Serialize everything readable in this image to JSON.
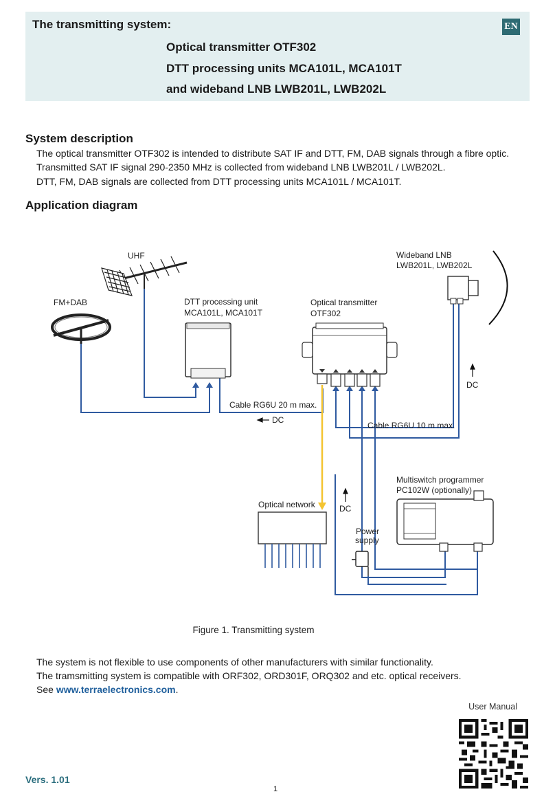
{
  "header": {
    "title": "The transmitting system:",
    "lang_badge": "EN",
    "line1": "Optical transmitter OTF302",
    "line2": "DTT processing units MCA101L, MCA101T",
    "line3": "and wideband LNB LWB201L, LWB202L"
  },
  "system_description": {
    "heading": "System description",
    "lines": [
      "The optical transmitter OTF302 is intended to distribute SAT IF and DTT, FM, DAB signals through a fibre optic.",
      "Transmitted SAT IF signal 290-2350 MHz is collected from wideband LNB LWB201L / LWB202L.",
      "DTT, FM, DAB signals are collected from DTT processing units MCA101L / MCA101T."
    ]
  },
  "application_diagram": {
    "heading": "Application diagram",
    "labels": {
      "uhf": "UHF",
      "fmdab": "FM+DAB",
      "dtt_unit_1": "DTT processing unit",
      "dtt_unit_2": "MCA101L, MCA101T",
      "optical_tx_1": "Optical transmitter",
      "optical_tx_2": "OTF302",
      "lnb_1": "Wideband LNB",
      "lnb_2": "LWB201L, LWB202L",
      "cable_20": "Cable RG6U 20 m max.",
      "cable_10": "Cable RG6U 10 m max.",
      "dc_left": "DC",
      "dc_right": "DC",
      "dc_bottom": "DC",
      "optical_network": "Optical network",
      "power_supply_1": "Power",
      "power_supply_2": "supply",
      "multiswitch_1": "Multiswitch programmer",
      "multiswitch_2": "PC102W (optionally)"
    },
    "caption": "Figure 1. Transmitting system",
    "colors": {
      "coax": "#2f5aa0",
      "fibre": "#f4c430",
      "device_outline": "#333333"
    }
  },
  "notes": {
    "line1": "The system is not flexible to use components of other manufacturers with similar functionality.",
    "line2": "The tramsmitting system is compatible with ORF302, ORD301F, ORQ302 and etc. optical receivers.",
    "line3_prefix": "See ",
    "link": "www.terraelectronics.com",
    "line3_suffix": "."
  },
  "footer": {
    "user_manual": "User Manual",
    "version": "Vers. 1.01",
    "page": "1"
  }
}
